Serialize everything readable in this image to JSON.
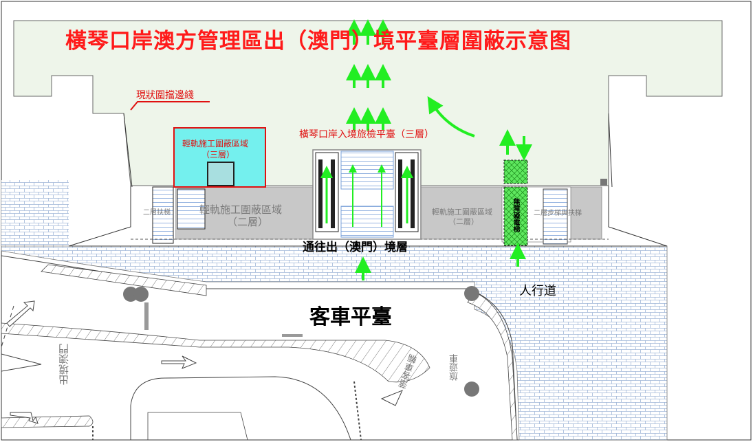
{
  "title": "橫琴口岸澳方管理區出（澳門）境平臺層圍蔽示意图",
  "labels": {
    "existing_hoarding_line": "現狀圍擋邊綫",
    "lrt_zone_3f": "輕軌施工圍蔽區域",
    "lrt_zone_3f_floor": "（三層）",
    "entry_platform": "橫琴口岸入境旅檢平臺（三層）",
    "lrt_zone_2f_left": "輕軌施工圍蔽區域",
    "lrt_zone_2f_left_floor": "（二層）",
    "lrt_zone_2f_right": "輕軌施工圍蔽區域",
    "lrt_zone_2f_right_floor": "（二層）",
    "escalator_2f_left": "二層扶梯",
    "stairs_escalator_2f": "二層步梯與扶梯",
    "accessible_lift": "無障礙電梯",
    "to_departure": "通往出（澳門）境層",
    "sidewalk": "人行道",
    "coach_platform": "客車平臺",
    "road_departure": "出境澳門",
    "road_label_a": "落客車輛",
    "road_label_b": "旅遊車"
  },
  "colors": {
    "title": "#ff1a1a",
    "platform_fill": "#eef5ea",
    "lrt_3f_fill": "#74f0ee",
    "lrt_2f_fill": "#c8c8c8",
    "arrow": "#22ee22",
    "brick": "#9fb6d8"
  }
}
